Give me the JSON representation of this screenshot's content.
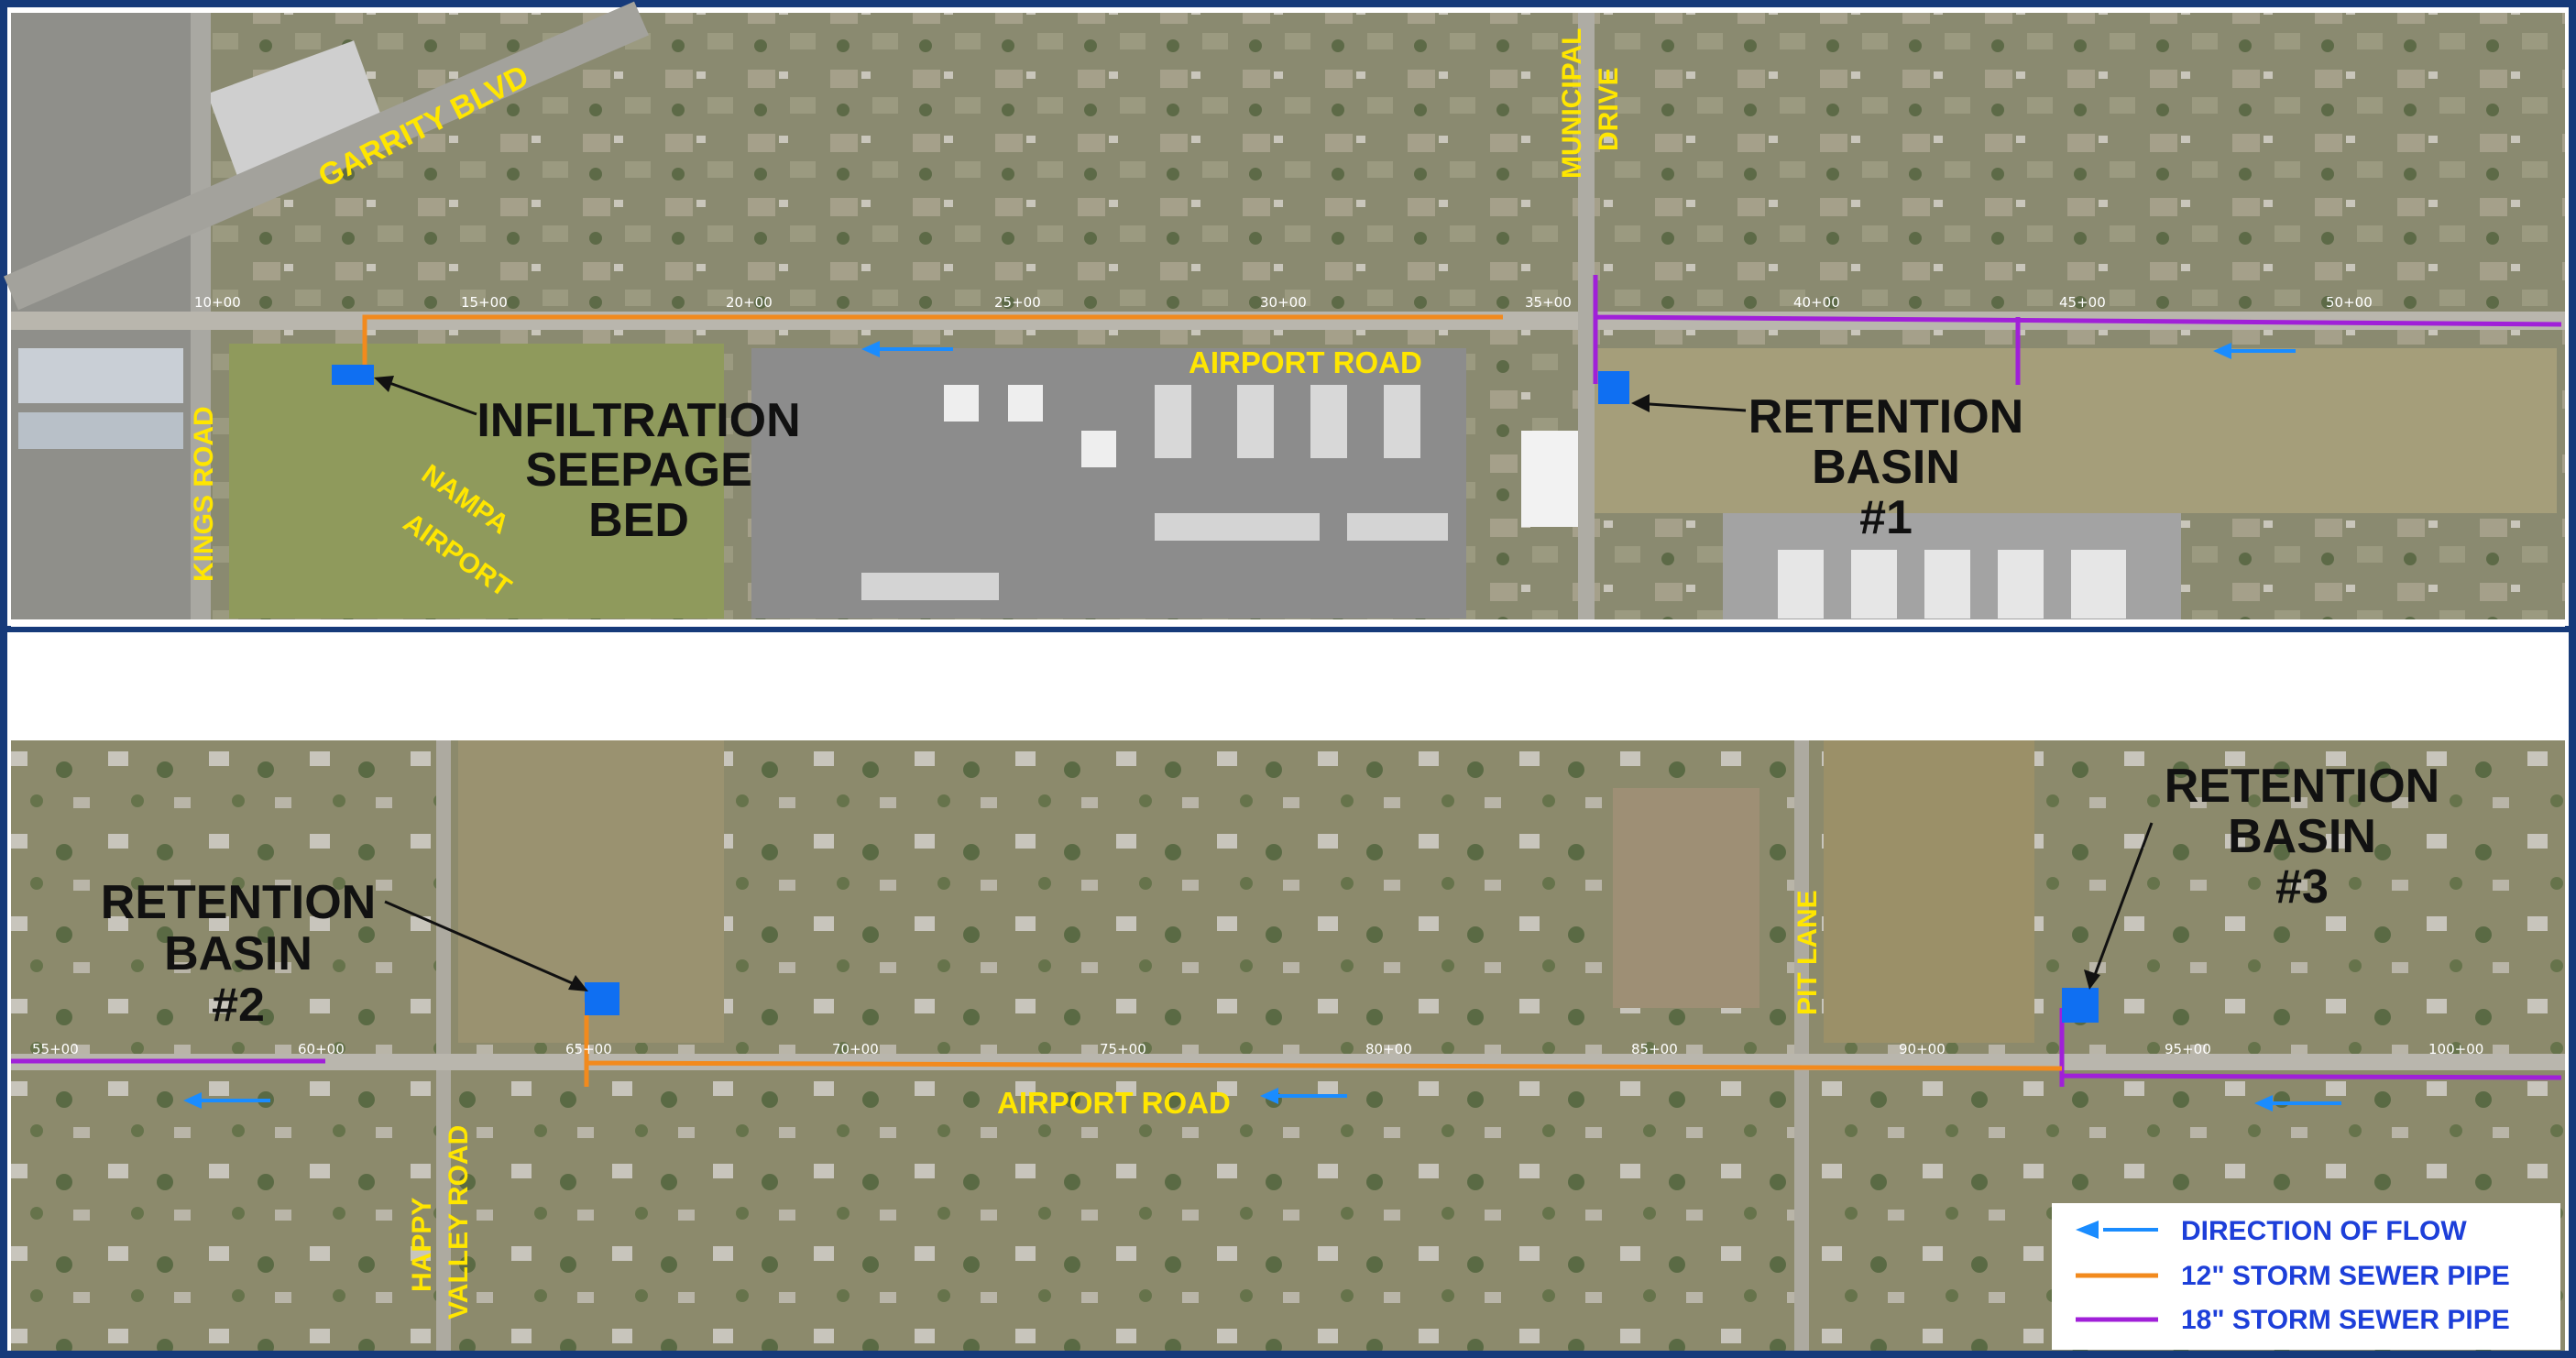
{
  "labels": {
    "garrity_blvd": "GARRITY BLVD",
    "municipal_drive_1": "MUNICIPAL",
    "municipal_drive_2": "DRIVE",
    "kings_road": "KINGS ROAD",
    "nampa_airport_1": "NAMPA",
    "nampa_airport_2": "AIRPORT",
    "airport_road_top": "AIRPORT ROAD",
    "airport_road_bottom": "AIRPORT ROAD",
    "happy_valley_1": "HAPPY",
    "happy_valley_2": "VALLEY ROAD",
    "pit_lane": "PIT LANE"
  },
  "facilities": {
    "infiltration": [
      "INFILTRATION",
      "SEEPAGE",
      "BED"
    ],
    "basin1": [
      "RETENTION",
      "BASIN",
      "#1"
    ],
    "basin2": [
      "RETENTION",
      "BASIN",
      "#2"
    ],
    "basin3": [
      "RETENTION",
      "BASIN",
      "#3"
    ]
  },
  "stations_top": [
    "10+00",
    "15+00",
    "20+00",
    "25+00",
    "30+00",
    "35+00",
    "40+00",
    "45+00",
    "50+00"
  ],
  "stations_bottom": [
    "55+00",
    "60+00",
    "65+00",
    "70+00",
    "75+00",
    "80+00",
    "85+00",
    "90+00",
    "95+00",
    "100+00"
  ],
  "legend": {
    "flow": "DIRECTION OF FLOW",
    "pipe12": "12\" STORM SEWER PIPE",
    "pipe18": "18\" STORM SEWER PIPE"
  },
  "colors": {
    "pipe12": "#f28a1d",
    "pipe18": "#a020d8",
    "flow_arrow": "#1a8cff",
    "basin": "#0f6ff2",
    "label": "#ffe600",
    "frame": "#163a7a"
  }
}
